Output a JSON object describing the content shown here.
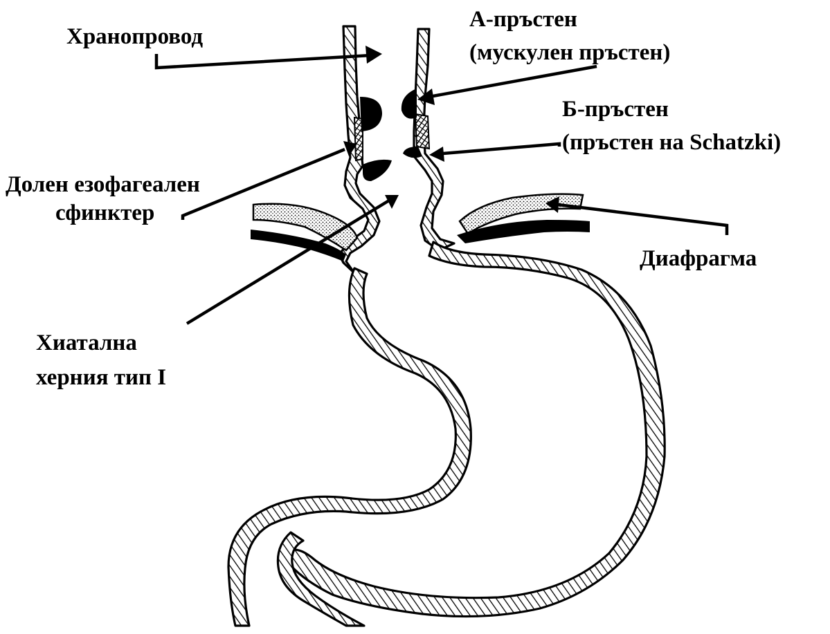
{
  "labels": {
    "esophagus": "Хранопровод",
    "a_ring_line1": "А-пръстен",
    "a_ring_line2": "(мускулен пръстен)",
    "b_ring_line1": "Б-пръстен",
    "b_ring_line2": "(пръстен на Schatzki)",
    "les_line1": "Долен езофагеален",
    "les_line2": "сфинктер",
    "diaphragm": "Диафрагма",
    "hernia_line1": "Хиатална",
    "hernia_line2": "херния тип I"
  }
}
